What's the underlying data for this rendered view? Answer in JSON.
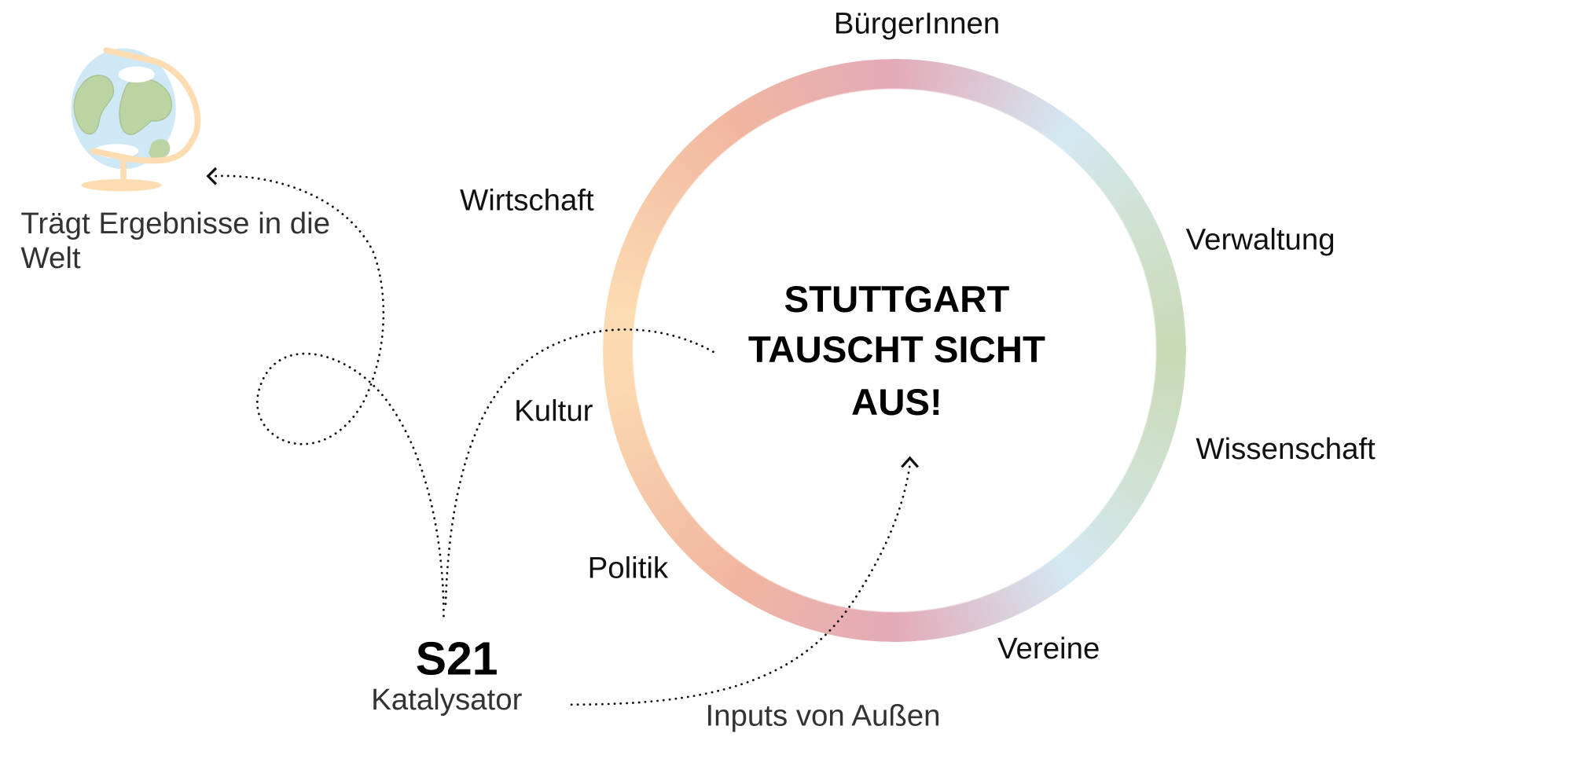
{
  "center_title": [
    "STUTTGART",
    "TAUSCHT SICHT",
    "AUS!"
  ],
  "stakeholders": {
    "buergerinnen": "BürgerInnen",
    "wirtschaft": "Wirtschaft",
    "verwaltung": "Verwaltung",
    "kultur": "Kultur",
    "wissenschaft": "Wissenschaft",
    "politik": "Politik",
    "vereine": "Vereine"
  },
  "catalyst": {
    "title": "S21",
    "subtitle": "Katalysator"
  },
  "outputs_label": [
    "Trägt Ergebnisse in die",
    "Welt"
  ],
  "inputs_label": "Inputs von Außen",
  "icons": {
    "globe": "globe-icon"
  },
  "colors": {
    "pink": "#e3aab8",
    "blue": "#d4e8f2",
    "green": "#c9dab5",
    "peach": "#fcdcb2",
    "salmon": "#f1b6a0"
  }
}
